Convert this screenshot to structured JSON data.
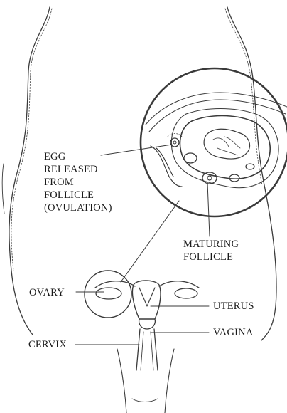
{
  "labels": {
    "egg_released": [
      "EGG",
      "RELEASED",
      "FROM",
      "FOLLICLE",
      "(OVULATION)"
    ],
    "maturing_follicle": [
      "MATURING",
      "FOLLICLE"
    ],
    "ovary": "OVARY",
    "uterus": "UTERUS",
    "cervix": "CERVIX",
    "vagina": "VAGINA"
  },
  "colors": {
    "ink": "#1a1a1a",
    "line": "#3a3a3a",
    "background": "#ffffff"
  }
}
